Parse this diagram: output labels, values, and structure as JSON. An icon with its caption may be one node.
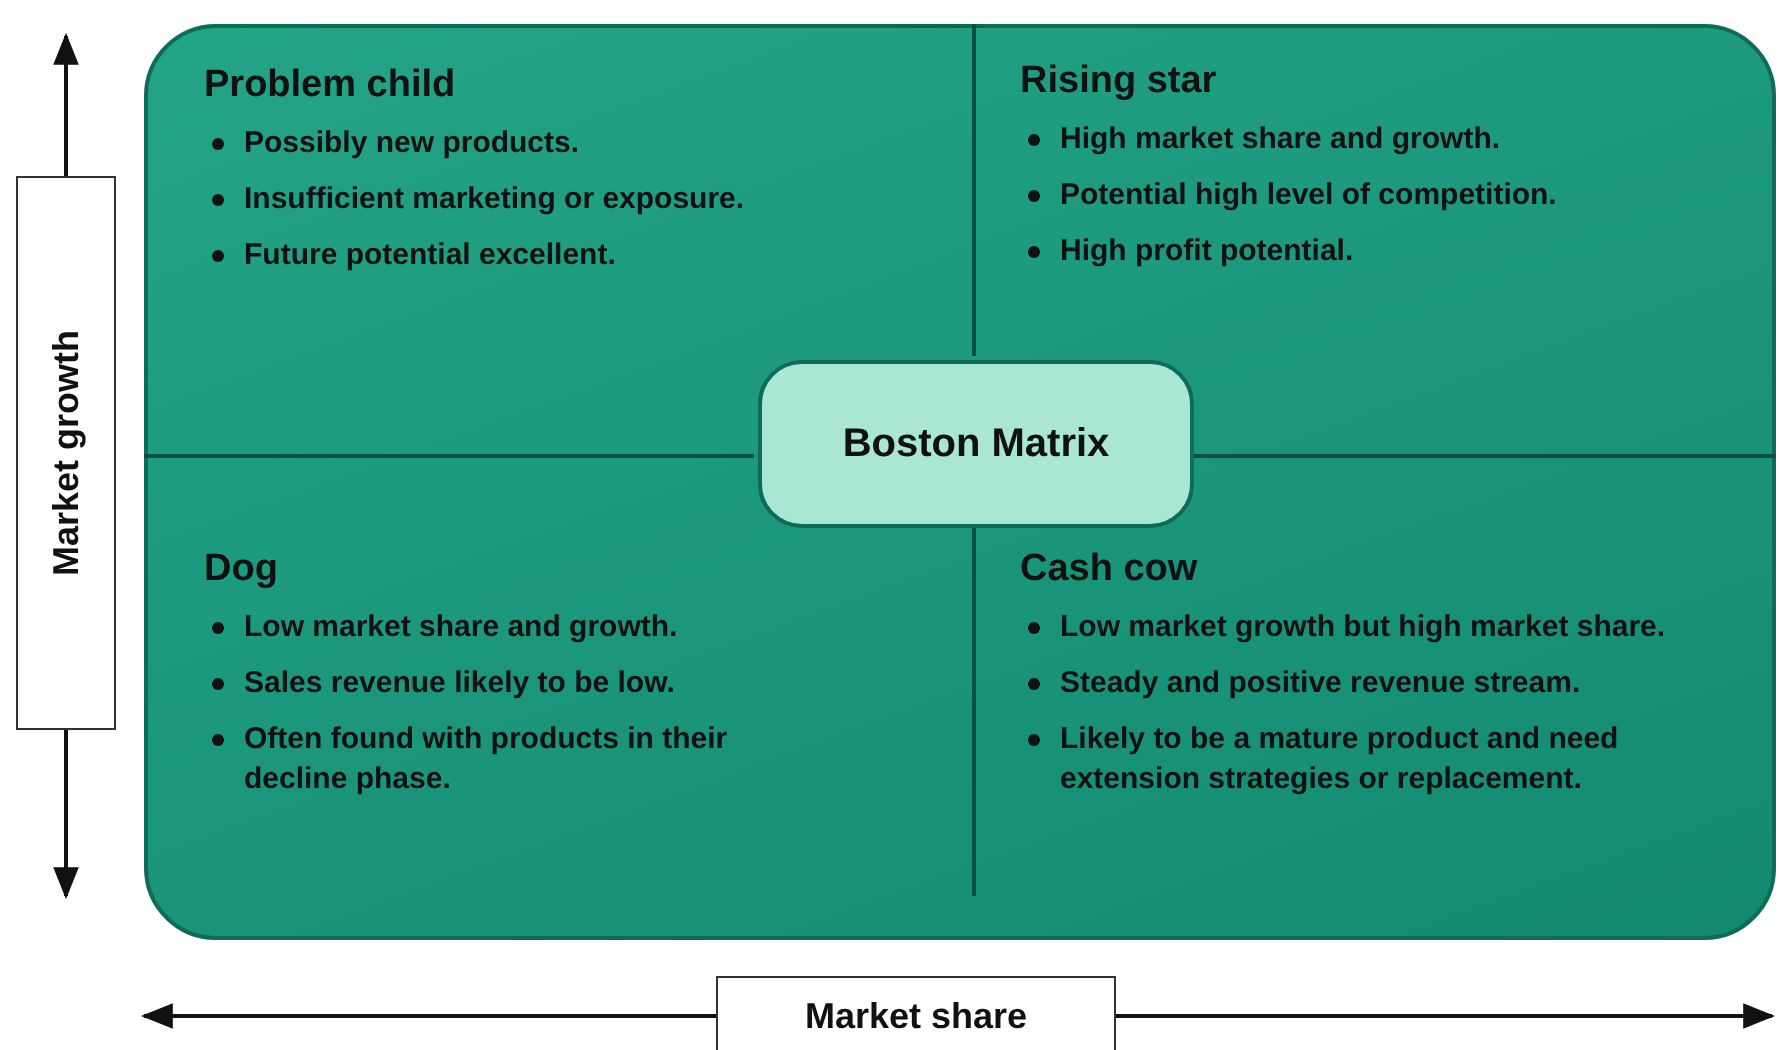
{
  "diagram": {
    "nodes": [
      {
        "text": [],
        "shape": "box"
      },
      {
        "text": [
          "Problem child",
          "Possibly new products.",
          "Insufficient marketing or exposure.",
          "Future potential excellent."
        ],
        "in": 0
      },
      {
        "text": [
          "Rising star",
          "High market share and growth.",
          "Potential high level of competition.",
          "High profit potential."
        ],
        "in": 0
      },
      {
        "text": [
          "Boston Matrix"
        ],
        "in": 0
      },
      {
        "text": [
          "Dog",
          "Low market share and growth.",
          "Sales revenue likely to be low.",
          "Often found with products in their decline phase."
        ],
        "in": 0
      },
      {
        "text": [
          "Cash cow",
          "Low market growth but high market share.",
          "Steady and positive revenue stream.",
          "Likely to be a mature product and need extension strategies or replacement."
        ],
        "in": 0
      },
      {
        "text": [
          "Market growth"
        ]
      },
      {
        "text": [
          "Market share"
        ]
      }
    ]
  }
}
